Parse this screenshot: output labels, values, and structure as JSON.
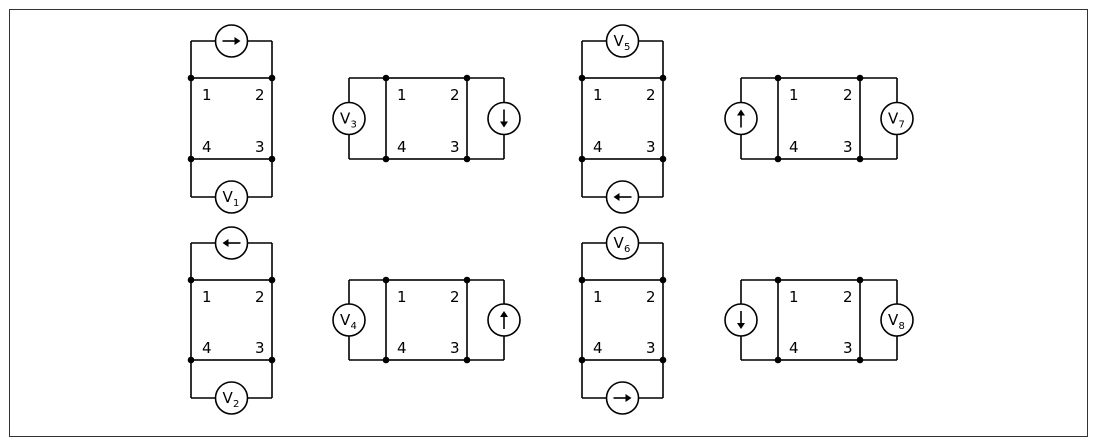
{
  "corner_labels": {
    "c1": "1",
    "c2": "2",
    "c3": "3",
    "c4": "4"
  },
  "colors": {
    "line": "#000000",
    "frame": "#333333",
    "background": "#ffffff"
  },
  "configs": [
    {
      "id": "v1",
      "orientation": "vertical",
      "source_dir": "right",
      "voltmeter": {
        "symbol": "V",
        "subscript": "1"
      }
    },
    {
      "id": "v2",
      "orientation": "vertical",
      "source_dir": "left",
      "voltmeter": {
        "symbol": "V",
        "subscript": "2"
      }
    },
    {
      "id": "v3",
      "orientation": "horizontal",
      "source_dir": "down",
      "voltmeter": {
        "symbol": "V",
        "subscript": "3"
      }
    },
    {
      "id": "v4",
      "orientation": "horizontal",
      "source_dir": "up",
      "voltmeter": {
        "symbol": "V",
        "subscript": "4"
      }
    },
    {
      "id": "v5",
      "orientation": "vertical",
      "source_dir": "left",
      "voltmeter": {
        "symbol": "V",
        "subscript": "5"
      }
    },
    {
      "id": "v6",
      "orientation": "vertical",
      "source_dir": "right",
      "voltmeter": {
        "symbol": "V",
        "subscript": "6"
      }
    },
    {
      "id": "v7",
      "orientation": "horizontal",
      "source_dir": "up",
      "voltmeter": {
        "symbol": "V",
        "subscript": "7"
      }
    },
    {
      "id": "v8",
      "orientation": "horizontal",
      "source_dir": "down",
      "voltmeter": {
        "symbol": "V",
        "subscript": "8"
      }
    }
  ]
}
